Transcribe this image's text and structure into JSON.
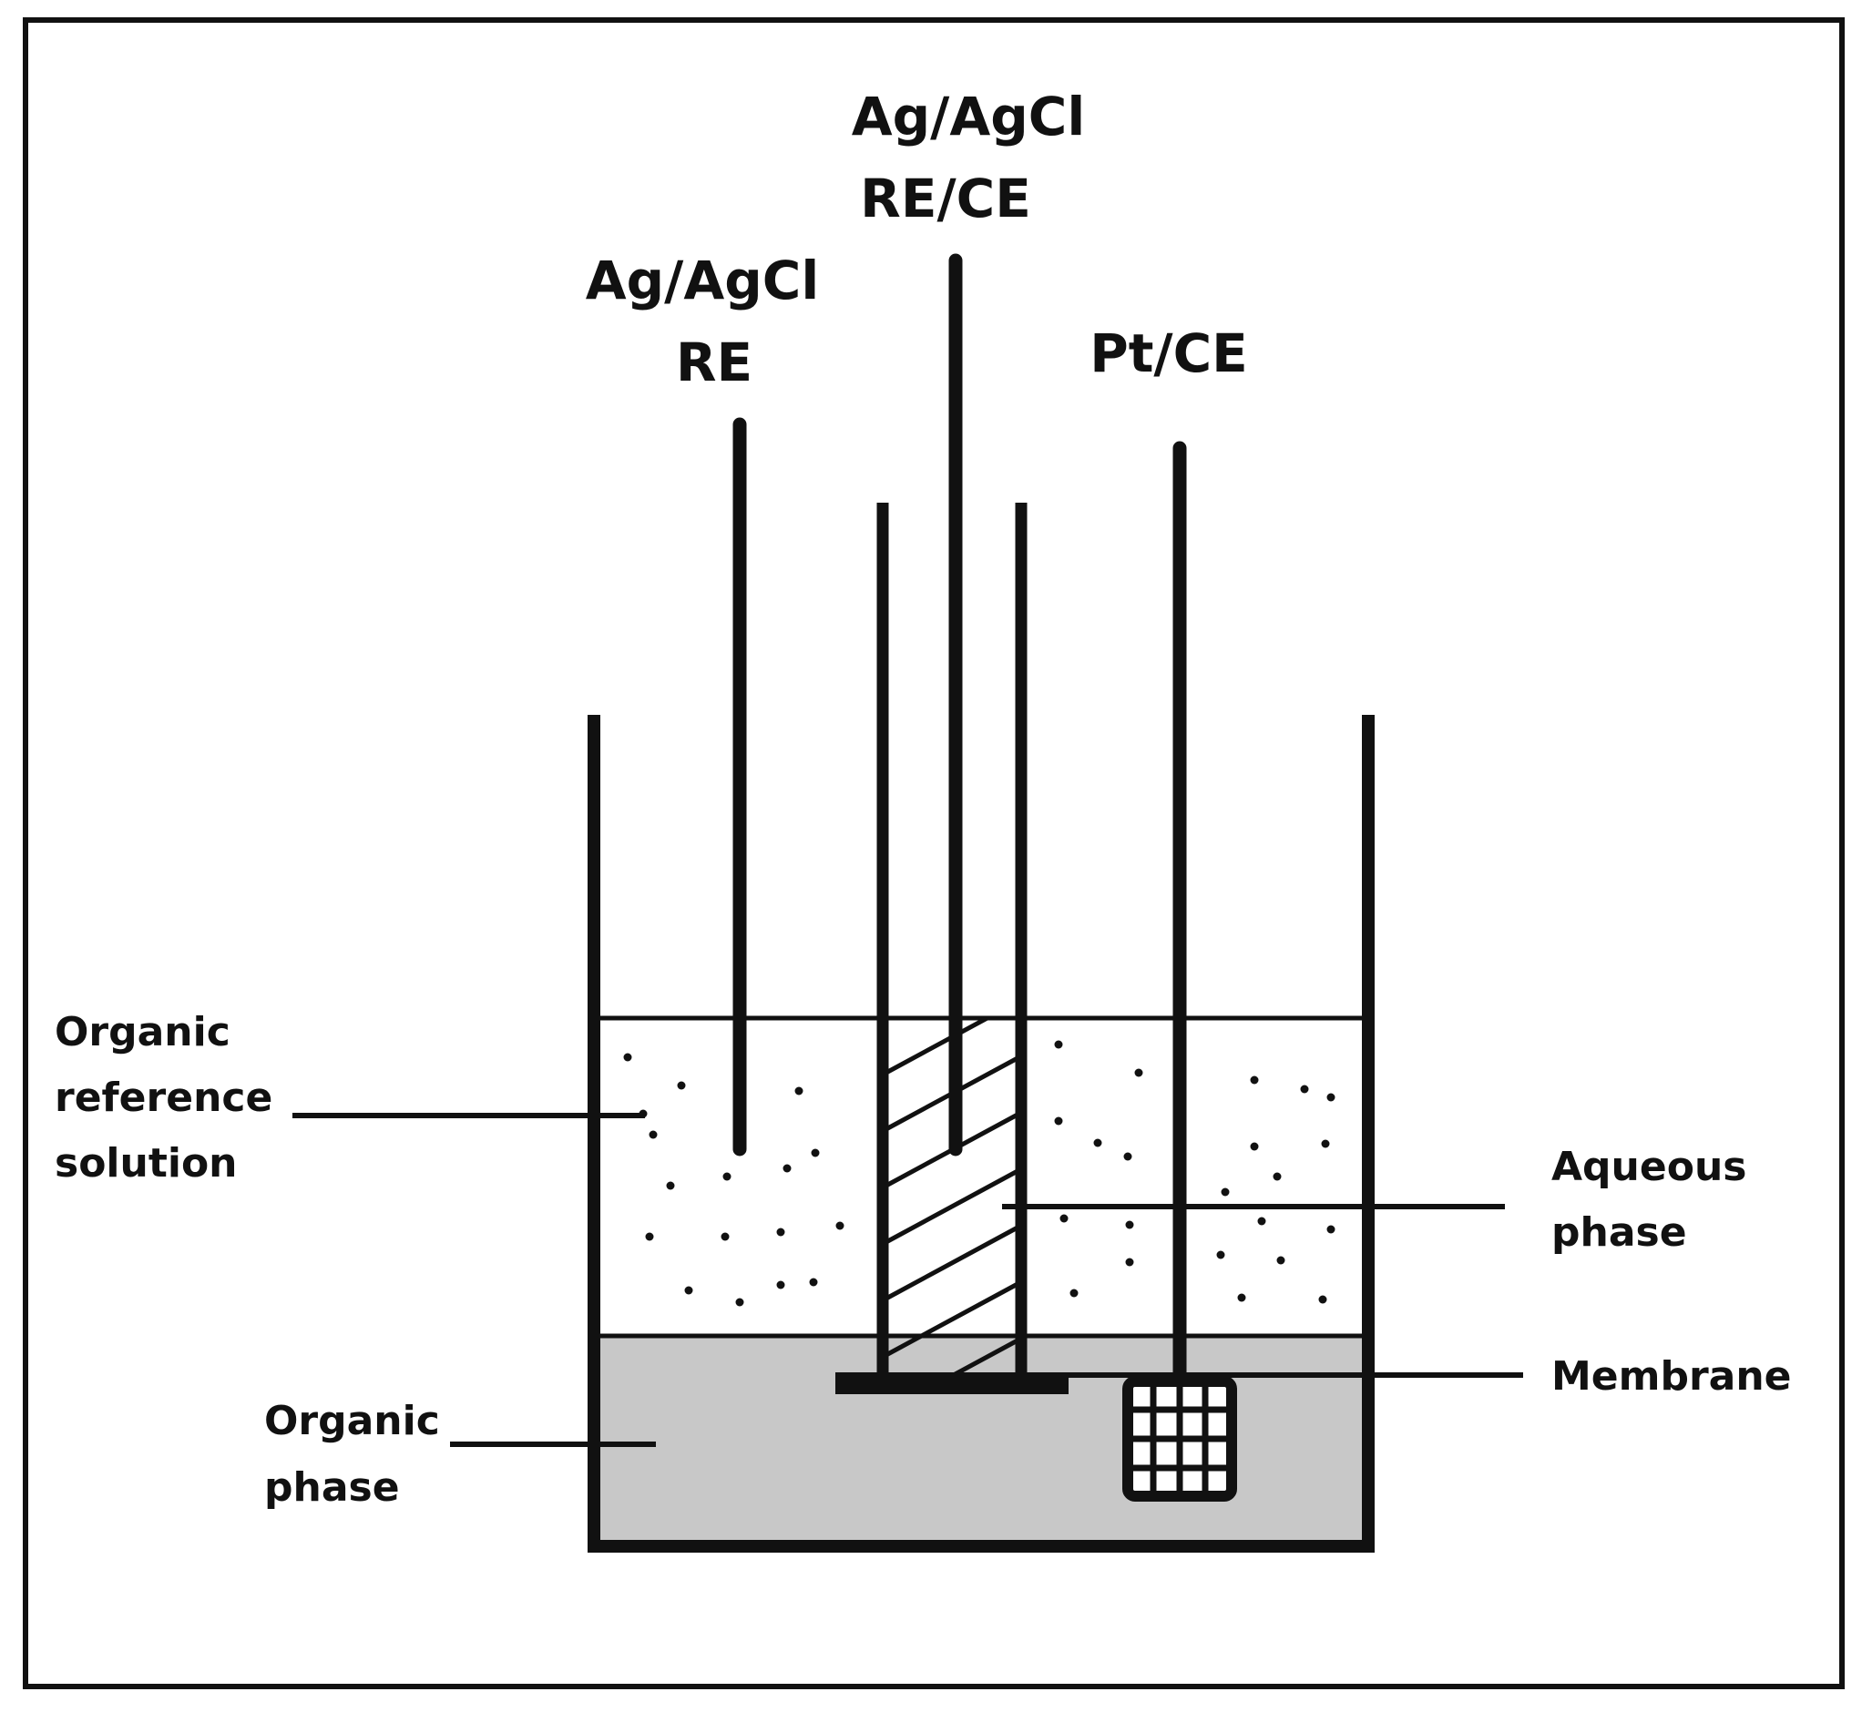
{
  "labels": {
    "electrode_left_line1": "Ag/AgCl",
    "electrode_left_line2": "RE",
    "electrode_center_line1": "Ag/AgCl",
    "electrode_center_line2": "RE/CE",
    "electrode_right": "Pt/CE",
    "organic_reference_line1": "Organic",
    "organic_reference_line2": "reference",
    "organic_reference_line3": "solution",
    "aqueous_line1": "Aqueous",
    "aqueous_line2": "phase",
    "membrane": "Membrane",
    "organic_phase_line1": "Organic",
    "organic_phase_line2": "phase"
  },
  "colors": {
    "ink": "#111111",
    "organic_phase_fill": "#c8c8c8",
    "background": "#ffffff"
  }
}
